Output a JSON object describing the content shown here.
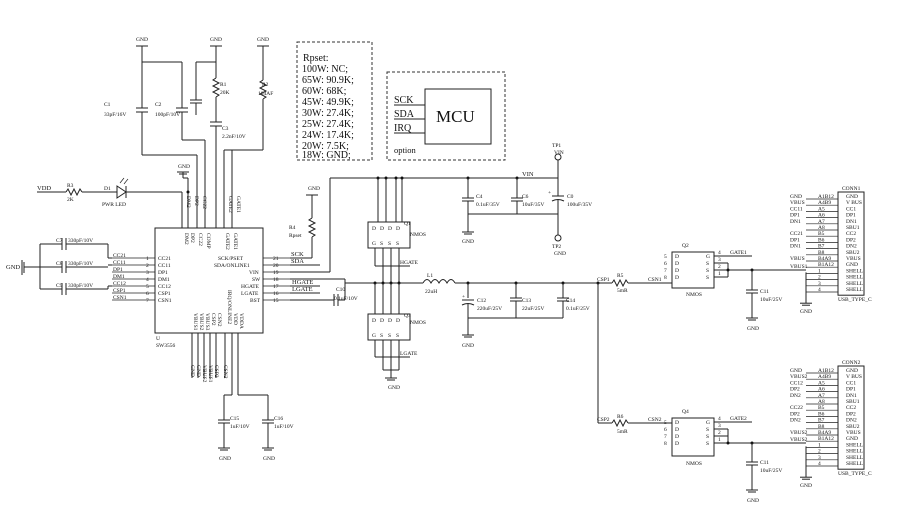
{
  "rpset_table": {
    "header": "Rpset:",
    "rows": [
      "100W: NC;",
      "65W: 90.9K;",
      "60W: 68K;",
      "45W: 49.9K;",
      "30W: 27.4K;",
      "25W: 27.4K;",
      "24W: 17.4K;",
      "20W: 7.5K;",
      "18W: GND;"
    ]
  },
  "mcu": {
    "label": "MCU",
    "pins": [
      "SCK",
      "SDA",
      "IRQ"
    ],
    "option": "option"
  },
  "chip_u1": {
    "ref": "U",
    "part": "SW3556",
    "left_pins": [
      "CC21",
      "CC11",
      "DP1",
      "DM1",
      "CC12",
      "CSP1",
      "CSN1"
    ],
    "left_nums": [
      "1",
      "2",
      "3",
      "4",
      "5",
      "6",
      "7"
    ],
    "right_pins": [
      "SCK/PSET",
      "SDA/ONLINE1",
      "VIN",
      "SW",
      "HGATE",
      "LGATE",
      "BST"
    ],
    "right_nums": [
      "21",
      "20",
      "19",
      "18",
      "17",
      "16",
      "15"
    ],
    "top_pins": [
      "DM2",
      "DP2",
      "CC22",
      "COMP",
      "GATE2",
      "GATE1"
    ],
    "bottom_pins": [
      "VBUS1",
      "VBUS2",
      "VBUS3",
      "CSP2",
      "CSN2",
      "IRQ/ONLINE2",
      "VDD",
      "VDDA"
    ],
    "bottom_small": [
      "GND",
      "GND",
      "GND",
      "GND",
      "VBUS2",
      "VBUS1"
    ]
  },
  "components": {
    "C1": "33pF/16V",
    "C2": "100pF/10V",
    "C3": "2.2nF/10V",
    "R1": "20K",
    "R2": "104AF",
    "R3": "2K",
    "D1": "PWR LED",
    "R4": "Rpset",
    "C7": "330pF/10V",
    "C8": "330pF/10V",
    "C9": "330pF/10V",
    "C4": "0.1uF/35V",
    "C6": "10uF/35V",
    "C0": "100uF/35V",
    "C10": "0.1uF/10V",
    "L1": "22uH",
    "C12": "220uF/25V",
    "C13": "22uF/25V",
    "C14": "0.1uF/25V",
    "R5": "5mR",
    "R6": "5mR",
    "C11a": "10uF/25V",
    "C11b": "10uF/25V",
    "C15": "1uF/10V",
    "C16": "1uF/10V"
  },
  "nets": {
    "vdd": "VDD",
    "gnd": "GND",
    "vin": "VIN",
    "sck": "SCK",
    "sda": "SDA",
    "hgate": "HGATE",
    "lgate": "LGATE",
    "csp1": "CSP1",
    "csn1": "CSN1",
    "csp2": "CSP2",
    "csn2": "CSN2",
    "gate1": "GATE1",
    "gate2": "GATE2",
    "vbus1": "VBUS1",
    "vbus2": "VBUS2",
    "tp1": "TP1",
    "tp2": "TP2",
    "tp_vin": "VIN",
    "tp_gnd": "GND"
  },
  "mosfets": {
    "q1": "Q1",
    "q2": "Q2",
    "q3": "Q3",
    "q4": "Q4",
    "type": "NMOS",
    "g": "G",
    "d": "D",
    "s": "S"
  },
  "connectors": {
    "conn1": "CONN1",
    "conn2": "CONN2",
    "type": "USB_TYPE_C",
    "pins": [
      "GND",
      "V BUS",
      "CC1",
      "DP1",
      "DN1",
      "SBU1",
      "CC2",
      "DP2",
      "DN2",
      "SBU2",
      "VBUS",
      "GND",
      "SHELL",
      "SHELL",
      "SHELL",
      "SHELL"
    ],
    "left_nums": [
      "A1B12",
      "A4B9",
      "A5",
      "A6",
      "A7",
      "A8",
      "B5",
      "B6",
      "B7",
      "B8",
      "B4A9",
      "B1A12",
      "1",
      "2",
      "3",
      "4"
    ],
    "conn1_nets": [
      "GND",
      "VBUS",
      "CC11",
      "DP1",
      "DN1",
      "",
      "CC21",
      "DP1",
      "DN1",
      "",
      "VBUS",
      ""
    ],
    "conn2_nets": [
      "GND",
      "VBUS2",
      "CC12",
      "DP2",
      "DN2",
      "",
      "CC22",
      "DP2",
      "DN2",
      "",
      "VBUS2",
      ""
    ]
  }
}
